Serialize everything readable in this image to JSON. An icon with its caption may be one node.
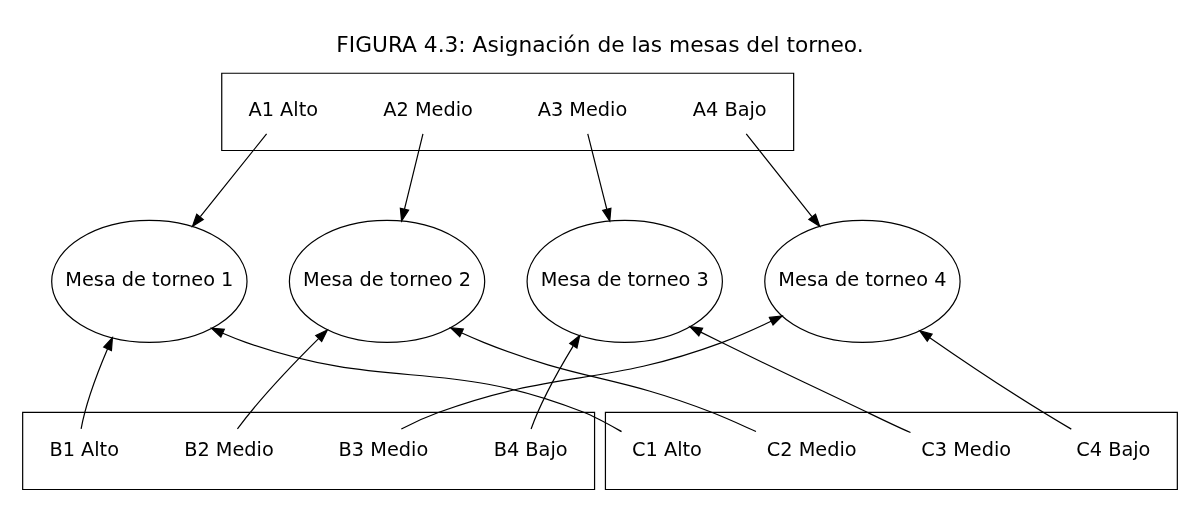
{
  "diagram": {
    "title": "FIGURA 4.3: Asignación de las mesas del torneo.",
    "nodes": [
      {
        "text": [],
        "shape": "box"
      },
      {
        "text": [
          "A1 Alto"
        ],
        "in": 0
      },
      {
        "text": [
          "A2 Medio"
        ],
        "in": 0
      },
      {
        "text": [
          "A3 Medio"
        ],
        "in": 0
      },
      {
        "text": [
          "A4 Bajo"
        ],
        "in": 0
      },
      {
        "text": [
          "Mesa de torneo 1"
        ]
      },
      {
        "text": [
          "Mesa de torneo 2"
        ]
      },
      {
        "text": [
          "Mesa de torneo 3"
        ]
      },
      {
        "text": [
          "Mesa de torneo 4"
        ]
      },
      {
        "text": [],
        "shape": "box"
      },
      {
        "text": [
          "B1 Alto"
        ],
        "in": 9
      },
      {
        "text": [
          "B2 Medio"
        ],
        "in": 9
      },
      {
        "text": [
          "B3 Medio"
        ],
        "in": 9
      },
      {
        "text": [
          "B4 Bajo"
        ],
        "in": 9
      },
      {
        "text": [],
        "shape": "box"
      },
      {
        "text": [
          "C1 Alto"
        ],
        "in": 14
      },
      {
        "text": [
          "C2 Medio"
        ],
        "in": 14
      },
      {
        "text": [
          "C3 Medio"
        ],
        "in": 14
      },
      {
        "text": [
          "C4 Bajo"
        ],
        "in": 14
      }
    ],
    "edges": [
      {
        "from": 1,
        "to": 5,
        "arrow": "to"
      },
      {
        "from": 2,
        "to": 6,
        "arrow": "to"
      },
      {
        "from": 3,
        "to": 7,
        "arrow": "to"
      },
      {
        "from": 4,
        "to": 8,
        "arrow": "to"
      },
      {
        "from": 10,
        "to": 5,
        "arrow": "to"
      },
      {
        "from": 11,
        "to": 6,
        "arrow": "to"
      },
      {
        "from": 12,
        "to": 8,
        "arrow": "to"
      },
      {
        "from": 13,
        "to": 7,
        "arrow": "to"
      },
      {
        "from": 15,
        "to": 5,
        "arrow": "to"
      },
      {
        "from": 16,
        "to": 6,
        "arrow": "to"
      },
      {
        "from": 17,
        "to": 7,
        "arrow": "to"
      },
      {
        "from": 18,
        "to": 8,
        "arrow": "to"
      }
    ]
  }
}
